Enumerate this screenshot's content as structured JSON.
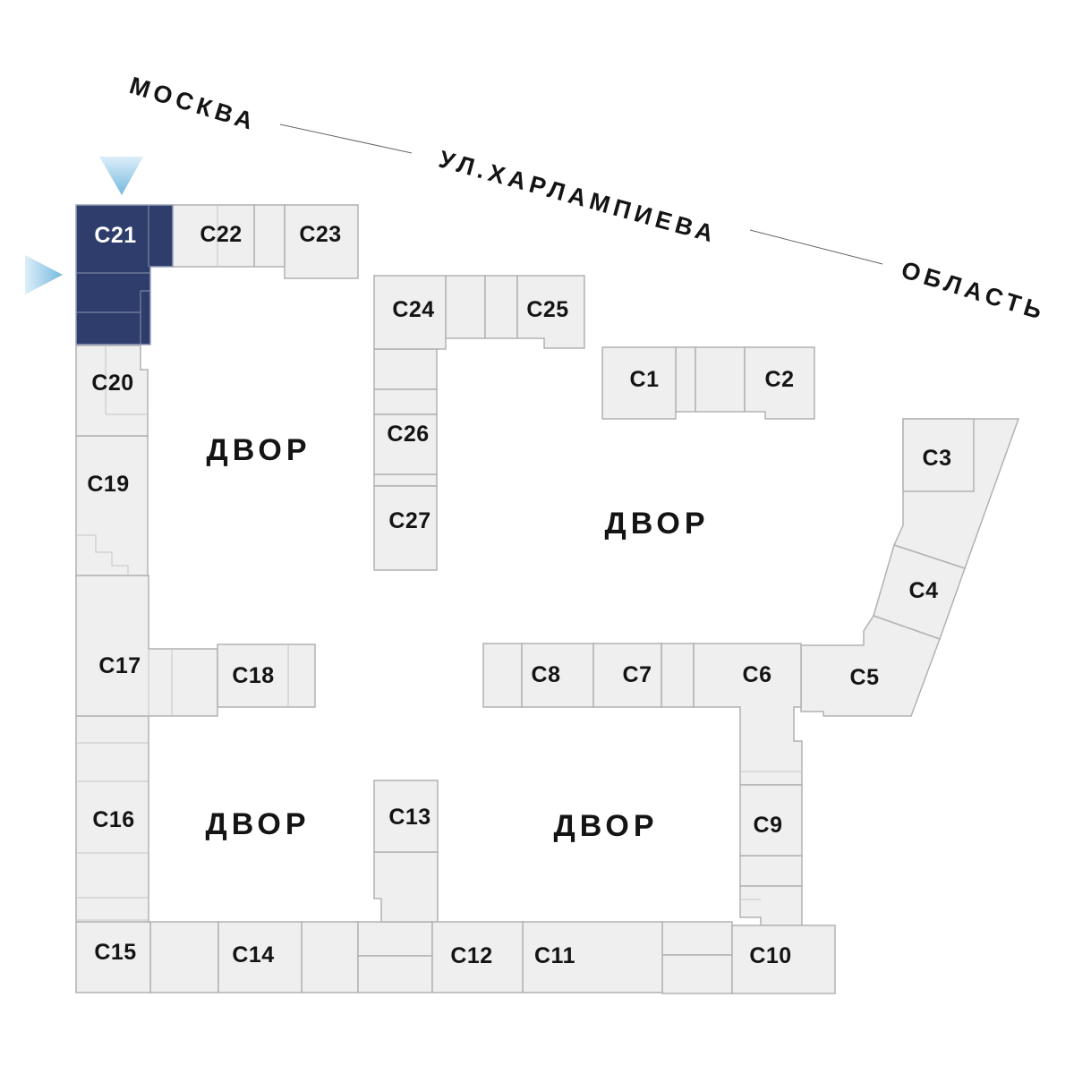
{
  "street_labels": {
    "moscow": "МОСКВА",
    "street": "УЛ.ХАРЛАМПИЕВА",
    "oblast": "ОБЛАСТЬ"
  },
  "courtyards": {
    "top_left": "ДВОР",
    "top_right": "ДВОР",
    "bottom_left": "ДВОР",
    "bottom_right": "ДВОР"
  },
  "selected_building": "c21",
  "buildings": {
    "c1": "С1",
    "c2": "С2",
    "c3": "С3",
    "c4": "С4",
    "c5": "С5",
    "c6": "С6",
    "c7": "С7",
    "c8": "С8",
    "c9": "С9",
    "c10": "С10",
    "c11": "С11",
    "c12": "С12",
    "c13": "С13",
    "c14": "С14",
    "c15": "С15",
    "c16": "С16",
    "c17": "С17",
    "c18": "С18",
    "c19": "С19",
    "c20": "С20",
    "c21": "С21",
    "c22": "С22",
    "c23": "С23",
    "c24": "С24",
    "c25": "С25",
    "c26": "С26",
    "c27": "С27"
  },
  "colors": {
    "building_fill": "#efefef",
    "building_stroke": "#b2b2b2",
    "unit_line": "#c6c6c6",
    "selected_fill": "#2e3d6b",
    "selected_stroke": "#9aa2bb",
    "selected_line": "#8b94ae",
    "selected_text": "#ffffff",
    "label": "#141414",
    "street_line": "#666666",
    "arrow_light": "#ddeef9",
    "arrow_dark": "#74b9de"
  }
}
